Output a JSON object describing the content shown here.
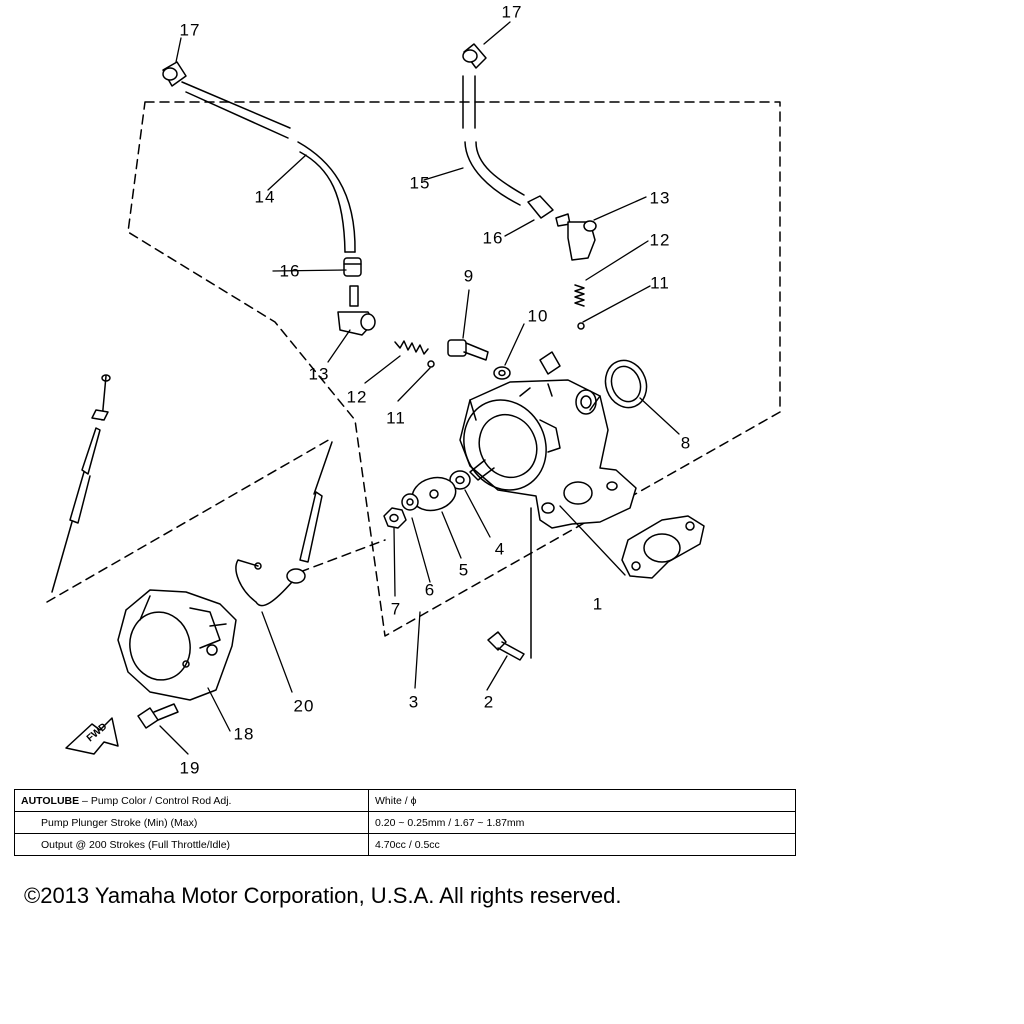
{
  "callouts": {
    "p1": "1",
    "p2": "2",
    "p3": "3",
    "p4": "4",
    "p5": "5",
    "p6": "6",
    "p7": "7",
    "p8": "8",
    "p9": "9",
    "p10": "10",
    "p11a": "11",
    "p11b": "11",
    "p12a": "12",
    "p12b": "12",
    "p13a": "13",
    "p13b": "13",
    "p14": "14",
    "p15": "15",
    "p16a": "16",
    "p16b": "16",
    "p17a": "17",
    "p17b": "17",
    "p18": "18",
    "p19": "19",
    "p20": "20"
  },
  "fwd_label": "FWD",
  "spec_table": {
    "rows": [
      {
        "label_bold": "AUTOLUBE",
        "label_rest": " – Pump Color / Control Rod Adj.",
        "value": "White / ϕ"
      },
      {
        "label": "Pump Plunger Stroke (Min) (Max)",
        "value": "0.20 ~ 0.25mm / 1.67 ~ 1.87mm"
      },
      {
        "label": "Output @ 200 Strokes (Full Throttle/Idle)",
        "value": "4.70cc / 0.5cc"
      }
    ]
  },
  "copyright": "©2013 Yamaha Motor Corporation, U.S.A. All rights reserved."
}
